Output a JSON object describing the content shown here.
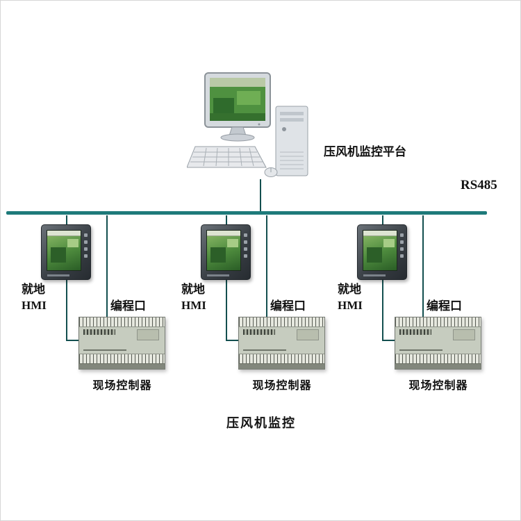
{
  "caption": "压风机监控",
  "platform": {
    "label": "压风机监控平台"
  },
  "bus": {
    "label": "RS485",
    "color": "#1e7a7a"
  },
  "line_color": "#134f4f",
  "clusters": [
    {
      "local_label_line1": "就地",
      "local_label_line2": "HMI",
      "programming_port_label": "编程口",
      "controller_label": "现场控制器"
    },
    {
      "local_label_line1": "就地",
      "local_label_line2": "HMI",
      "programming_port_label": "编程口",
      "controller_label": "现场控制器"
    },
    {
      "local_label_line1": "就地",
      "local_label_line2": "HMI",
      "programming_port_label": "编程口",
      "controller_label": "现场控制器"
    }
  ]
}
